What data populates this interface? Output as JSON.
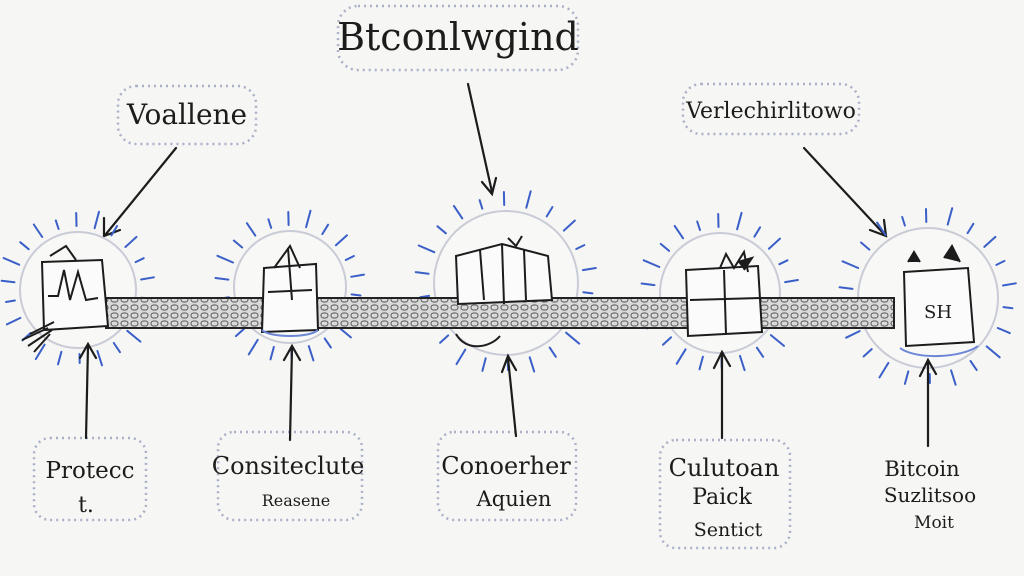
{
  "title": "Btconlwgind",
  "callouts": {
    "top_left": "Voallene",
    "top_right": "Verlechirlitowo"
  },
  "nodes": [
    {
      "label_lines": [
        "Protecc",
        "t."
      ],
      "icon_text": ""
    },
    {
      "label_lines": [
        "Consiteclute",
        "Reasene"
      ],
      "icon_text": ""
    },
    {
      "label_lines": [
        "Conoerher",
        "Aquien"
      ],
      "icon_text": ""
    },
    {
      "label_lines": [
        "Culutoan",
        "Paick",
        "Sentict"
      ],
      "icon_text": ""
    },
    {
      "label_lines": [
        "Bitcoin",
        "Suzlitsoo",
        "Moit"
      ],
      "icon_text": "SH"
    }
  ],
  "colors": {
    "ink": "#1c1c1c",
    "ray_blue": "#3a5fc8",
    "dotted_frame": "#aab0c8",
    "chain_fill": "#d9d9d9"
  }
}
